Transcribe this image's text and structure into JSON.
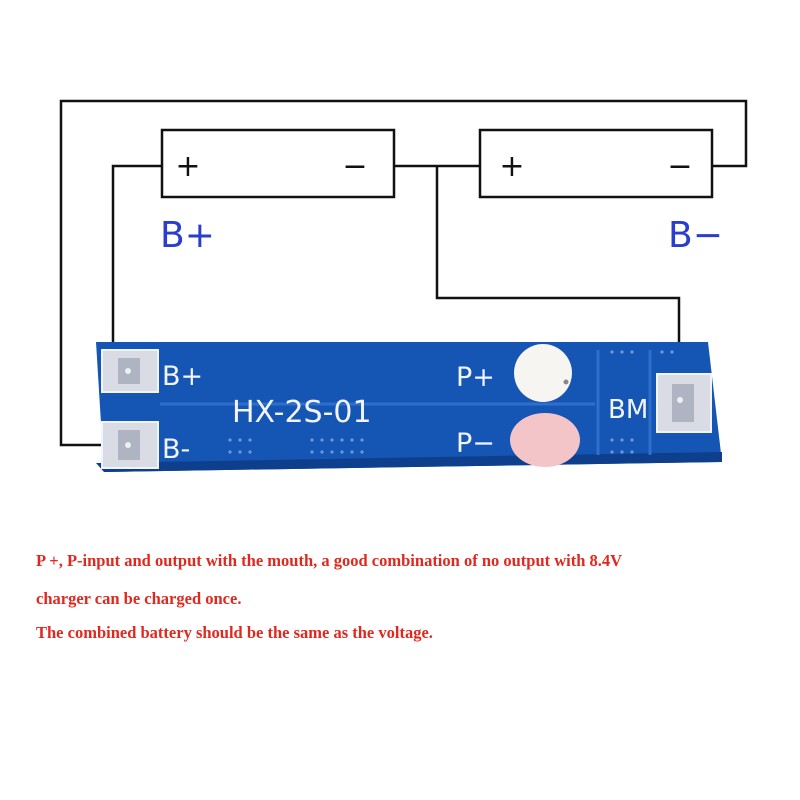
{
  "colors": {
    "wire": "#111111",
    "label_blue": "#2a3dcc",
    "pcb": "#1555b4",
    "pcb_dark": "#0d3f8c",
    "silkscreen": "#f2f4fb",
    "caption_red": "#e0281e"
  },
  "batteries": [
    {
      "plus_sign": "+",
      "minus_sign": "−"
    },
    {
      "plus_sign": "+",
      "minus_sign": "−"
    }
  ],
  "terminal_labels": {
    "b_plus": "B+",
    "b_minus": "B−"
  },
  "pcb": {
    "model": "HX-2S-01",
    "pad_b_plus": "B+",
    "pad_b_minus": "B-",
    "pad_p_plus": "P+",
    "pad_p_minus": "P−",
    "pad_bm": "BM"
  },
  "caption": {
    "line1": "P +, P-input and output with the mouth, a good combination of no output with 8.4V",
    "line2": "charger can be charged once.",
    "line3": "The combined battery should be the same as the voltage."
  }
}
